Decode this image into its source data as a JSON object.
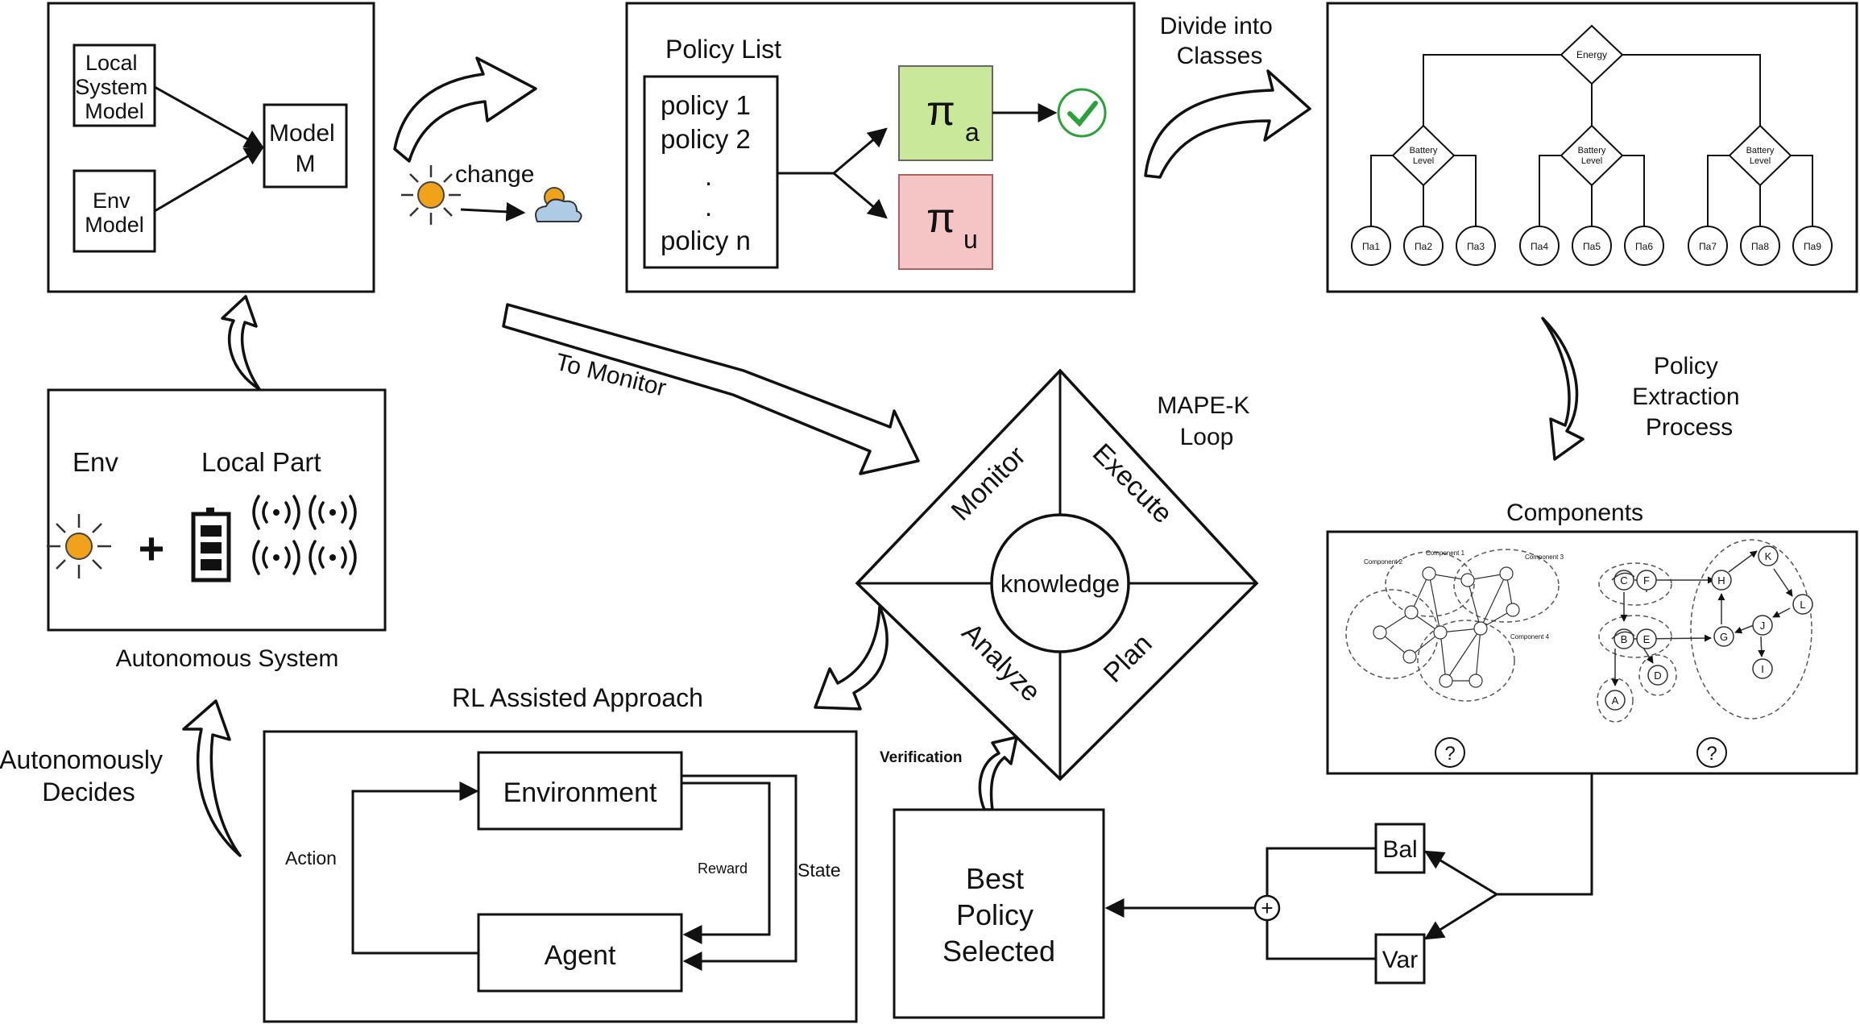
{
  "model_panel": {
    "local_system_model": [
      "Local",
      "System",
      "Model"
    ],
    "env_model": [
      "Env",
      "Model"
    ],
    "model_m": [
      "Model",
      "M"
    ]
  },
  "change_label": "change",
  "policy_panel": {
    "title": "Policy List",
    "items": [
      "policy 1",
      "policy 2",
      ".",
      ".",
      "policy n"
    ],
    "pi_symbol": "π",
    "pi_a_sub": "a",
    "pi_u_sub": "u",
    "pi_a_color": "#c9e89a",
    "pi_u_color": "#f5c4c4",
    "check_color": "#2aa13b"
  },
  "divide_label": [
    "Divide into",
    "Classes"
  ],
  "tree_panel": {
    "root": "Energy",
    "mid_label": [
      "Battery",
      "Level"
    ],
    "leaves": [
      "Πa1",
      "Πa2",
      "Πa3",
      "Πa4",
      "Πa5",
      "Πa6",
      "Πa7",
      "Πa8",
      "Πa9"
    ]
  },
  "policy_extraction_label": [
    "Policy",
    "Extraction",
    "Process"
  ],
  "autonomous_panel": {
    "env": "Env",
    "local_part": "Local Part",
    "plus": "+",
    "caption": "Autonomous System",
    "sun_color": "#f0a21a"
  },
  "to_monitor_label": "To Monitor",
  "mape_k": {
    "title": [
      "MAPE-K",
      "Loop"
    ],
    "monitor": "Monitor",
    "execute": "Execute",
    "analyze": "Analyze",
    "plan": "Plan",
    "knowledge": "knowledge"
  },
  "components_panel": {
    "title": "Components",
    "left_labels": [
      "Component 2",
      "Component 1",
      "Component 3",
      "Component 4"
    ],
    "right_nodes": [
      "C",
      "F",
      "H",
      "K",
      "L",
      "J",
      "G",
      "I",
      "B",
      "E",
      "D",
      "A"
    ],
    "question": "?"
  },
  "rl_panel": {
    "title": "RL Assisted Approach",
    "environment": "Environment",
    "agent": "Agent",
    "action": "Action",
    "reward": "Reward",
    "state": "State"
  },
  "autonomously_decides": [
    "Autonomously",
    "Decides"
  ],
  "verification_label": "Verification",
  "best_policy": [
    "Best",
    "Policy",
    "Selected"
  ],
  "bal_label": "Bal",
  "var_label": "Var",
  "sum_symbol": "+"
}
